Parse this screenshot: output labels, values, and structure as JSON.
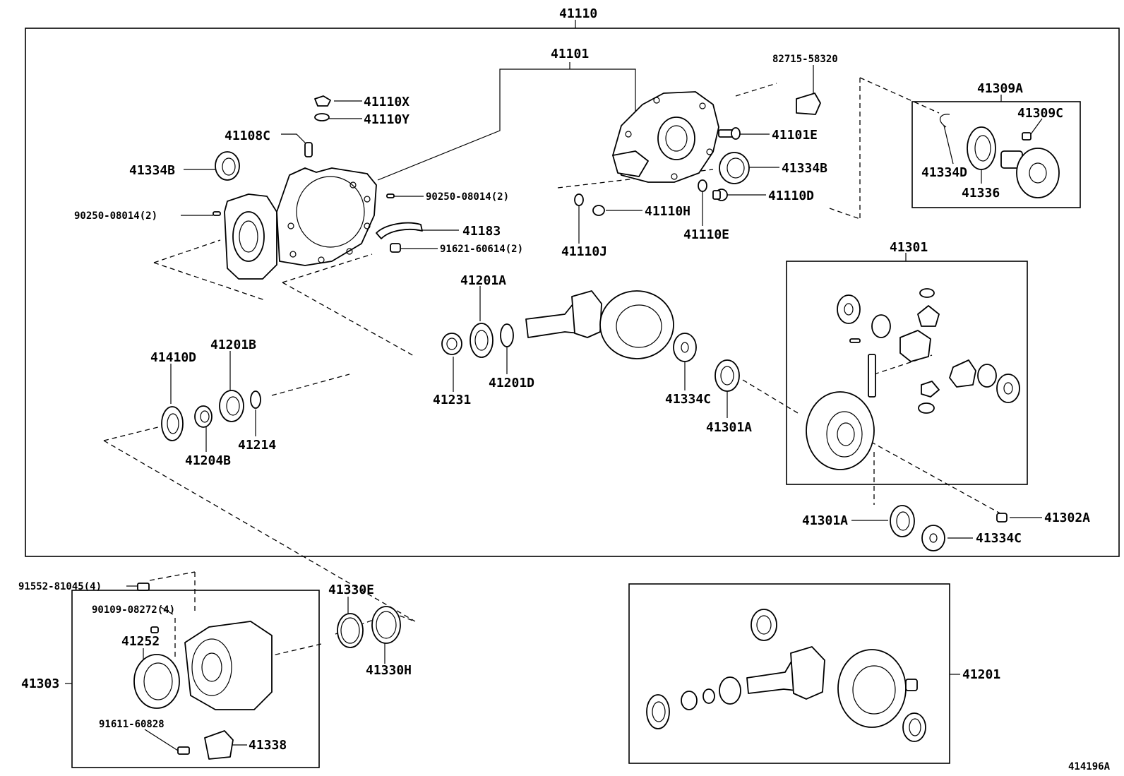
{
  "diagram_id": "414196A",
  "labels": {
    "assembly": "41110",
    "rear_cover": "41101",
    "breather_plug": "41110X",
    "plug_gasket": "41110Y",
    "breather": "41108C",
    "seal_left": "41334B",
    "stud_left": "90250-08014(2)",
    "stud_right": "90250-08014(2)",
    "bracket": "41183",
    "bracket_bolt": "91621-60614(2)",
    "clip": "82715-58320",
    "cover_bolt": "41101E",
    "cover_seal": "41334B",
    "drain_plug": "41110D",
    "filler_plug": "41110H",
    "filler_gasket": "41110J",
    "drain_gasket": "41110E",
    "flange_set": "41309A",
    "flange_bolt": "41309C",
    "snap_ring": "41334D",
    "flange": "41336",
    "diff_case_set": "41301",
    "pinion_bearing_front": "41201A",
    "oil_slinger": "41231",
    "spacer": "41201D",
    "shim": "41334C",
    "diff_bearing": "41301A",
    "oil_seal_front": "41410D",
    "bearing_rear": "41201B",
    "collar": "41204B",
    "washer": "41214",
    "diff_bearing_lower": "41301A",
    "shim_lower": "41334C",
    "ring_gear_bolt": "41302A",
    "mount_bolt": "91552-81045(4)",
    "coupling_stud": "90109-08272(4)",
    "coupling_seal": "41252",
    "coupling_assy": "41303",
    "coupling_bolt": "91611-60828",
    "coupling_bracket": "41338",
    "seal_ring_e": "41330E",
    "seal_ring_h": "41330H",
    "gear_kit": "41201"
  }
}
